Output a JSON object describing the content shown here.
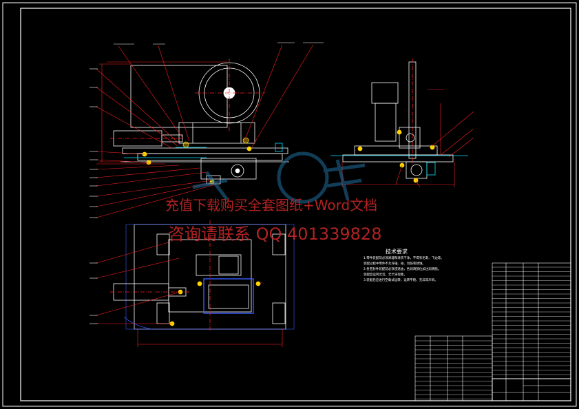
{
  "watermark": {
    "line1": "充值下载购买全套图纸+Word文档",
    "line2": "咨询请联系 QQ 401339828"
  },
  "technical_notes": {
    "title": "技术要求",
    "lines": [
      "1.零件装配前必须清理和清洗干净，不得有毛刺、飞边等。",
      "  装配过程中零件不允许磕、碰、划伤和锈蚀。",
      "2.各密封件装配前必须浸透油，各润滑部位加注润滑脂。",
      "  装配后运转灵活，无卡滞现象。",
      "3.装配后应进行空载试运转，运转平稳，无异常声响。"
    ]
  },
  "colors": {
    "frame": "#ffffff",
    "part": "#ffffff",
    "centerline": "#ff2020",
    "leader": "#ff2020",
    "dimension": "#ff2020",
    "hidden": "#00e5ff",
    "highlight": "#ffd400",
    "blue": "#3a5bff",
    "watermark": "#d12a2a",
    "logo": "#1f6f9f"
  }
}
